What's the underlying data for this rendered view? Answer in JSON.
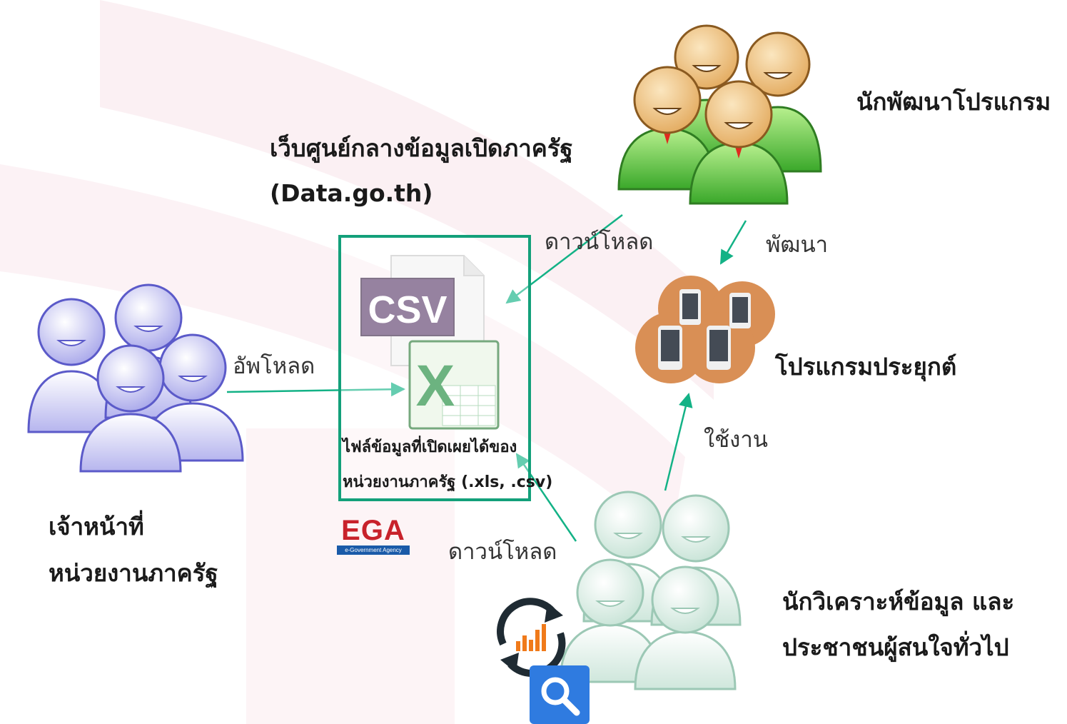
{
  "colors": {
    "arrow": "#13b286",
    "box_border": "#13a07a",
    "bg_pink": "#fbeef2",
    "ega_red": "#c8222b",
    "ega_blue": "#1a5aa8"
  },
  "nodes": {
    "developers": {
      "label": "นักพัฒนาโปรแกรม",
      "icon": "green-people-group-icon"
    },
    "portal": {
      "title_line1": "เว็บศูนย์กลางข้อมูลเปิดภาครัฐ",
      "title_line2": "(Data.go.th)"
    },
    "officers": {
      "label_line1": "เจ้าหน้าที่",
      "label_line2": "หน่วยงานภาครัฐ",
      "icon": "purple-people-group-icon"
    },
    "data_files": {
      "label_line1": "ไฟล์ข้อมูลที่เปิดเผยได้ของ",
      "label_line2": "หน่วยงานภาครัฐ (.xls, .csv)",
      "icons": [
        "csv-file-icon",
        "excel-file-icon"
      ],
      "csv_text": "CSV",
      "excel_text": "X"
    },
    "apps": {
      "label": "โปรแกรมประยุกต์",
      "icon": "mobile-apps-icon"
    },
    "analysts": {
      "label_line1": "นักวิเคราะห์ข้อมูล และ",
      "label_line2": "ประชาชนผู้สนใจทั่วไป",
      "icons": [
        "pale-green-people-group-icon",
        "analytics-refresh-icon",
        "search-icon"
      ]
    }
  },
  "edges": {
    "upload": "อัพโหลด",
    "download_dev": "ดาวน์โหลด",
    "develop": "พัฒนา",
    "use": "ใช้งาน",
    "download_analyst": "ดาวน์โหลด"
  },
  "logo": {
    "letters": "EGA",
    "subtitle": "e-Government Agency"
  }
}
